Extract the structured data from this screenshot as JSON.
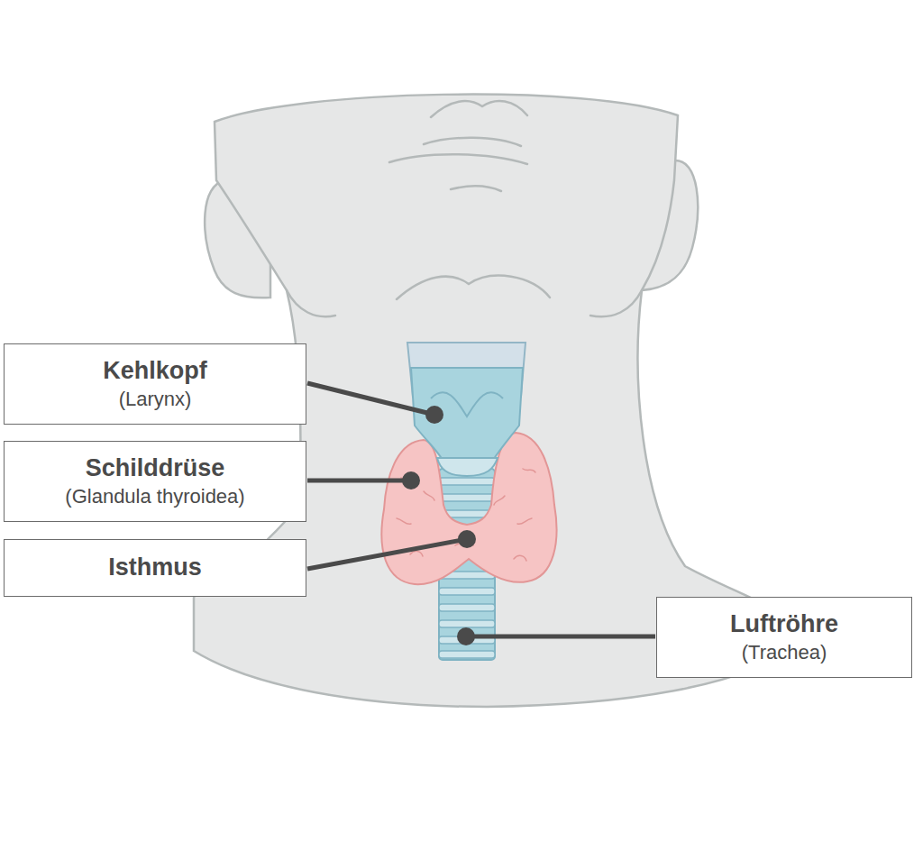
{
  "diagram": {
    "nodes": [
      {
        "text": [
          "Kehlkopf",
          "(Larynx)"
        ]
      },
      {
        "text": [
          "Schilddrüse",
          "(Glandula thyroidea)"
        ]
      },
      {
        "text": [
          "Isthmus"
        ]
      },
      {
        "text": [
          "Luftröhre",
          "(Trachea)"
        ]
      }
    ]
  }
}
